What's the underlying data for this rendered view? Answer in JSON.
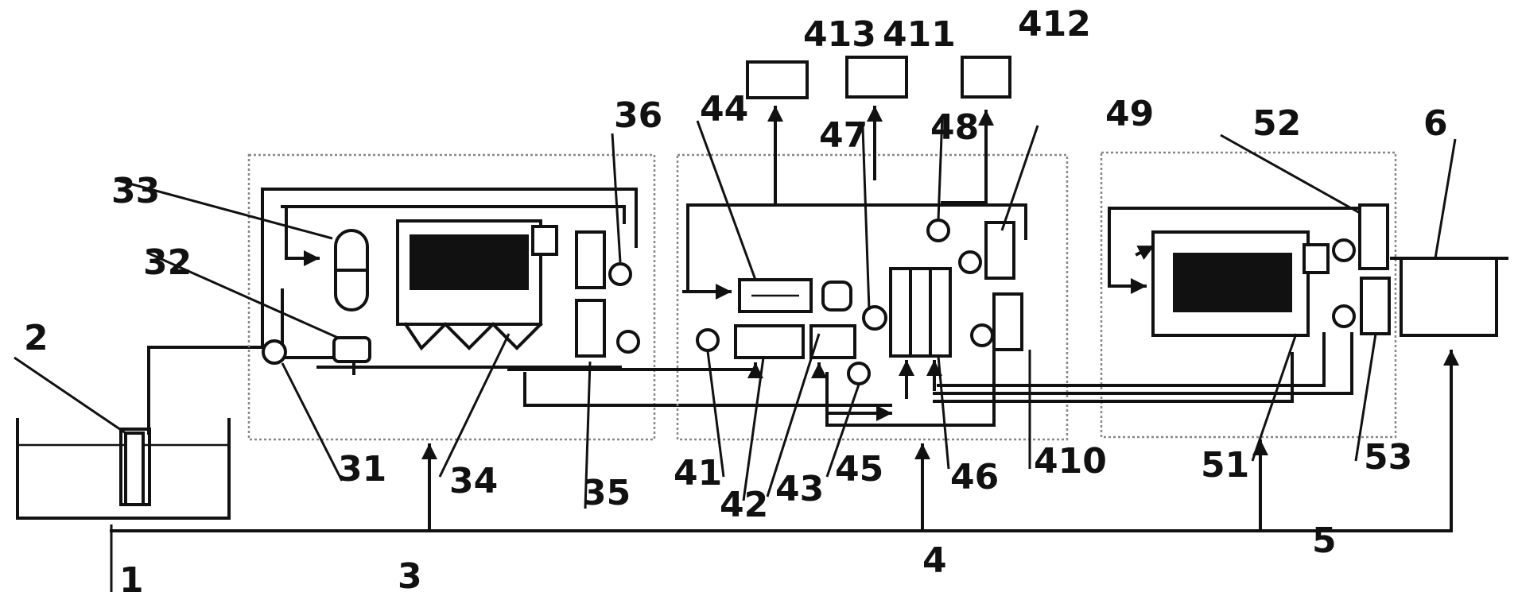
{
  "labels": {
    "l1": "1",
    "l2": "2",
    "l3": "3",
    "l4": "4",
    "l5": "5",
    "l6": "6",
    "l31": "31",
    "l32": "32",
    "l33": "33",
    "l34": "34",
    "l35": "35",
    "l36": "36",
    "l41": "41",
    "l42": "42",
    "l43": "43",
    "l44": "44",
    "l45": "45",
    "l46": "46",
    "l47": "47",
    "l48": "48",
    "l49": "49",
    "l410": "410",
    "l411": "411",
    "l412": "412",
    "l413": "413",
    "l51": "51",
    "l52": "52",
    "l53": "53"
  }
}
